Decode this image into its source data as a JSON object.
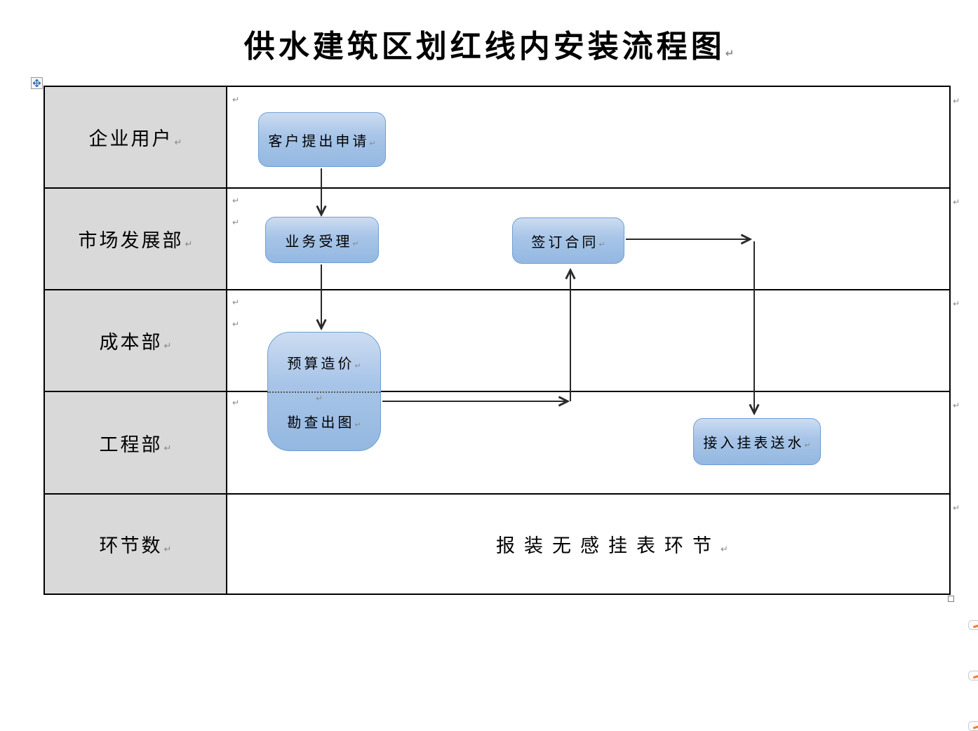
{
  "title": {
    "text": "供水建筑区划红线内安装流程图"
  },
  "lanes": [
    {
      "label": "企业用户"
    },
    {
      "label": "市场发展部"
    },
    {
      "label": "成本部"
    },
    {
      "label": "工程部"
    },
    {
      "label": "环节数"
    }
  ],
  "nodes": {
    "apply": "客户提出申请",
    "accept": "业务受理",
    "contract": "签订合同",
    "budget": "预算造价",
    "survey": "勘查出图",
    "meter": "接入挂表送水"
  },
  "footer": {
    "text": "报装无感挂表环节"
  },
  "marks": {
    "pilcrow": "↵"
  },
  "flow_edges": [
    "客户提出申请 -> 业务受理",
    "业务受理 -> 预算造价/勘查出图",
    "预算造价/勘查出图 -> 签订合同",
    "签订合同 -> 接入挂表送水"
  ],
  "colors": {
    "node_fill_top": "#cddcf1",
    "node_fill_mid": "#a8c5e8",
    "node_fill_bottom": "#94b8e1",
    "node_border": "#6e9fd4",
    "lane_bg": "#d9d9d9",
    "table_border": "#000000",
    "arrow": "#2a2a2a",
    "pilcrow": "#8a8a8a",
    "handle_icon": "#3b6cb7",
    "smart_tag": "#ed7d31"
  }
}
